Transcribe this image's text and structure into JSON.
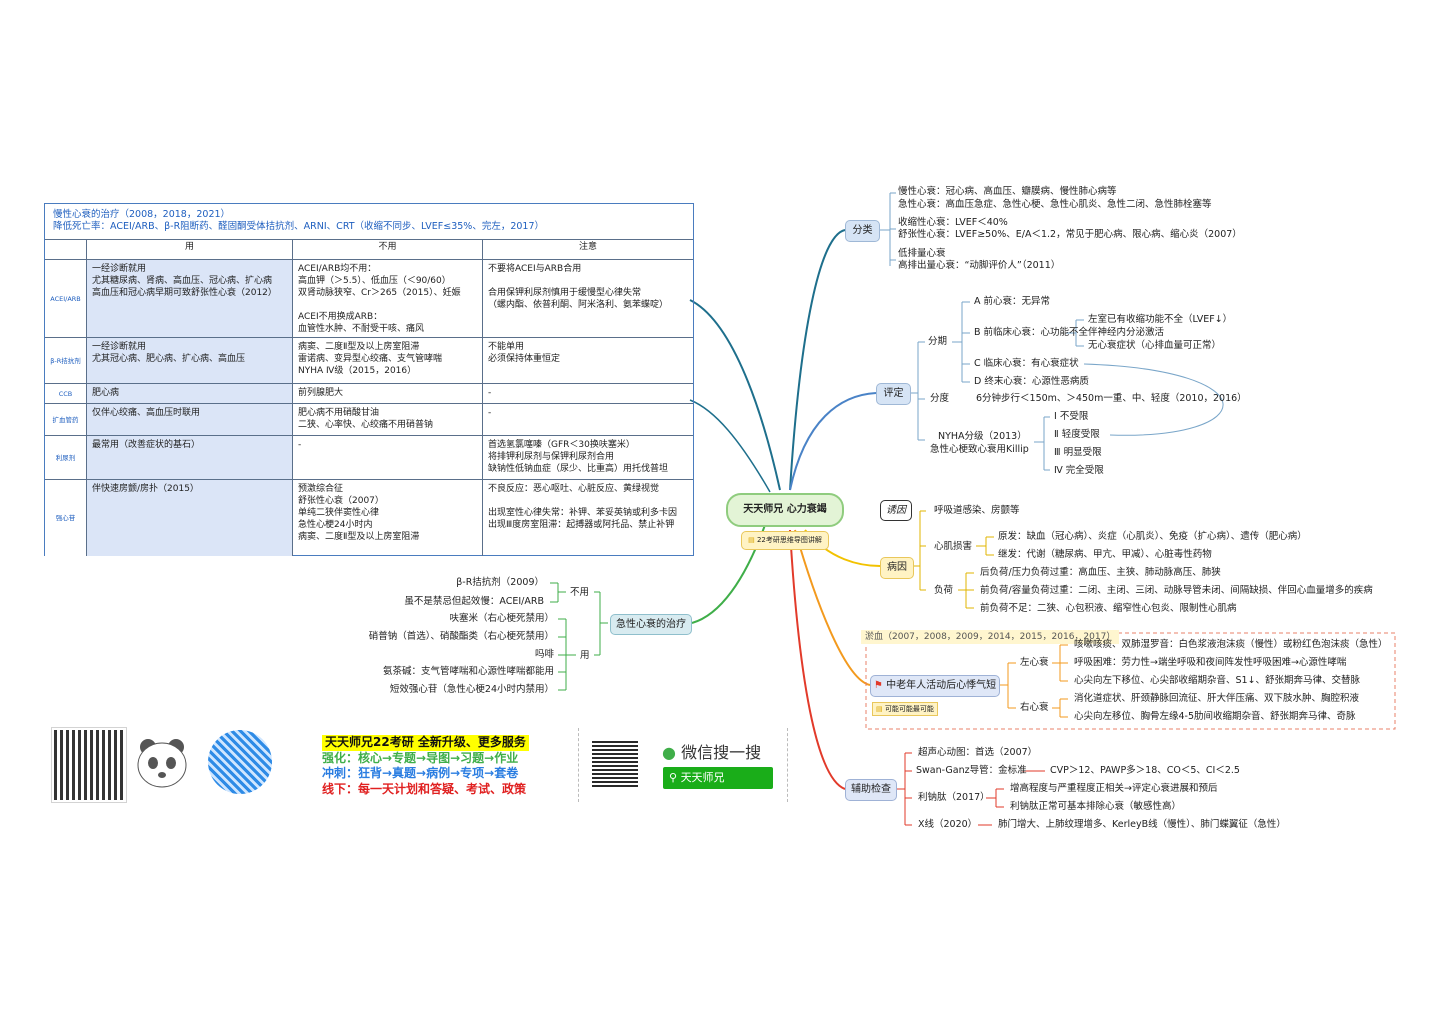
{
  "center": {
    "title": "天天师兄 心力衰竭",
    "sub": "22考研思维导图讲解"
  },
  "colors": {
    "teal": "#1e6f8c",
    "blue": "#4a83c7",
    "yellow": "#f2c200",
    "orange": "#f39a1e",
    "red": "#e23a2a",
    "green": "#3fae49"
  },
  "fenlei": {
    "label": "分类",
    "items": [
      "慢性心衰：冠心病、高血压、瓣膜病、慢性肺心病等",
      "急性心衰：高血压急症、急性心梗、急性心肌炎、急性二闭、急性肺栓塞等",
      "收缩性心衰：LVEF＜40%",
      "舒张性心衰：LVEF≥50%、E/A＜1.2，常见于肥心病、限心病、缩心炎（2007）",
      "低排量心衰",
      "高排出量心衰：“动脚评价人”（2011）"
    ]
  },
  "pingding": {
    "label": "评定",
    "fenqi": "分期",
    "stages": [
      "A 前心衰：无异常",
      "B 前临床心衰：心功能不全",
      "C 临床心衰：有心衰症状",
      "D 终末心衰：心源性恶病质"
    ],
    "b_sub": [
      "左室已有收缩功能不全（LVEF↓）",
      "伴神经内分泌激活",
      "无心衰症状（心排血量可正常）"
    ],
    "fendu": "分度",
    "walk": "6分钟步行＜150m、＞450m一重、中、轻度（2010，2016）",
    "nyha": [
      "NYHA分级（2013）",
      "急性心梗致心衰用Killip"
    ],
    "levels": [
      "Ⅰ 不受限",
      "Ⅱ 轻度受限",
      "Ⅲ 明显受限",
      "Ⅳ 完全受限"
    ]
  },
  "bingyin": {
    "label": "病因",
    "youyin": "诱因",
    "youyin_text": "呼吸道感染、房颤等",
    "xinji": "心肌损害",
    "yuanfa": "原发：缺血（冠心病）、炎症（心肌炎）、免疫（扩心病）、遗传（肥心病）",
    "jifa": "继发：代谢（糖尿病、甲亢、甲减）、心脏毒性药物",
    "fuhe": "负荷",
    "fuhe_items": [
      "后负荷/压力负荷过重：高血压、主狭、肺动脉高压、肺狭",
      "前负荷/容量负荷过重：二闭、主闭、三闭、动脉导管未闭、间隔缺损、伴回心血量增多的疾病",
      "前负荷不足：二狭、心包积液、缩窄性心包炎、限制性心肌病"
    ]
  },
  "zhengzhuang": {
    "tag": "淤血（2007，2008，2009，2014，2015，2016，2017）",
    "label": "中老年人活动后心悸气短",
    "sub": "可能可能最可能",
    "left": "左心衰",
    "left_items": [
      "咳嗽咳痰、双肺湿罗音：白色浆液泡沫痰（慢性）或粉红色泡沫痰（急性）",
      "呼吸困难：劳力性→端坐呼吸和夜间阵发性呼吸困难→心源性哮喘",
      "心尖向左下移位、心尖部收缩期杂音、S1↓、舒张期奔马律、交替脉"
    ],
    "right": "右心衰",
    "right_items": [
      "消化道症状、肝颈静脉回流征、肝大伴压痛、双下肢水肿、胸腔积液",
      "心尖向左移位、胸骨左缘4-5肋间收缩期杂音、舒张期奔马律、奇脉"
    ]
  },
  "fuzhu": {
    "label": "辅助检查",
    "echo": "超声心动图：首选（2007）",
    "swan": "Swan-Ganz导管：金标准",
    "swan_val": "CVP＞12、PAWP多＞18、CO＜5、CI＜2.5",
    "bnp": "利钠肽（2017）",
    "bnp_items": [
      "增高程度与严重程度正相关→评定心衰进展和预后",
      "利钠肽正常可基本排除心衰（敏感性高）"
    ],
    "xray": "X线（2020）",
    "xray_val": "肺门增大、上肺纹理增多、KerleyB线（慢性）、肺门蝶翼征（急性）"
  },
  "jixing": {
    "label": "急性心衰的治疗",
    "buyong": "不用",
    "buyong_items": [
      "β-R拮抗剂（2009）",
      "虽不是禁忌但起效慢：ACEI/ARB"
    ],
    "yong": "用",
    "yong_items": [
      "呋塞米（右心梗死禁用）",
      "硝普钠（首选）、硝酸酯类（右心梗死禁用）",
      "吗啡",
      "氨茶碱：支气管哮喘和心源性哮喘都能用",
      "短效强心苷（急性心梗24小时内禁用）"
    ]
  },
  "table": {
    "caption1": "慢性心衰的治疗（2008，2018，2021）",
    "caption2": "降低死亡率：ACEI/ARB、β-R阻断药、醛固酮受体拮抗剂、ARNI、CRT（收缩不同步、LVEF≤35%、完左，2017）",
    "headers": [
      "用",
      "不用",
      "注意"
    ],
    "rows": [
      {
        "label": "ACEI/ARB",
        "use": [
          "一经诊断就用",
          "尤其糖尿病、肾病、高血压、冠心病、扩心病",
          "高血压和冠心病早期可致舒张性心衰（2012）"
        ],
        "no": [
          "ACEI/ARB均不用：",
          "高血钾（＞5.5）、低血压（＜90/60）",
          "双肾动脉狭窄、Cr＞265（2015）、妊娠",
          "",
          "ACEI不用换成ARB：",
          "血管性水肿、不耐受干咳、痛风"
        ],
        "note": [
          "不要将ACEI与ARB合用",
          "",
          "合用保钾利尿剂慎用于缓慢型心律失常",
          "（螺内酯、依普利酮、阿米洛利、氨苯蝶啶）"
        ]
      },
      {
        "label": "β-R拮抗剂",
        "use": [
          "一经诊断就用",
          "尤其冠心病、肥心病、扩心病、高血压"
        ],
        "no": [
          "病窦、二度Ⅱ型及以上房室阻滞",
          "雷诺病、变异型心绞痛、支气管哮喘",
          "NYHA Ⅳ级（2015，2016）"
        ],
        "note": [
          "不能单用",
          "必须保持体重恒定"
        ]
      },
      {
        "label": "CCB",
        "use": [
          "肥心病"
        ],
        "no": [
          "前列腺肥大"
        ],
        "note": [
          "-"
        ]
      },
      {
        "label": "扩血管药",
        "use": [
          "仅伴心绞痛、高血压时联用"
        ],
        "no": [
          "肥心病不用硝酸甘油",
          "二狭、心率快、心绞痛不用硝普钠"
        ],
        "note": [
          "-"
        ]
      },
      {
        "label": "利尿剂",
        "use": [
          "最常用（改善症状的基石）"
        ],
        "no": [
          "-"
        ],
        "note": [
          "首选氢氯噻嗪（GFR＜30换呋塞米）",
          "将排钾利尿剂与保钾利尿剂合用",
          "缺钠性低钠血症（尿少、比重高）用托伐普坦"
        ]
      },
      {
        "label": "强心苷",
        "use": [
          "伴快速房颤/房扑（2015）"
        ],
        "no": [
          "预激综合征",
          "舒张性心衰（2007）",
          "单纯二狭伴窦性心律",
          "急性心梗24小时内",
          "病窦、二度Ⅱ型及以上房室阻滞"
        ],
        "note": [
          "不良反应：恶心呕吐、心脏反应、黄绿视觉",
          "",
          "出现室性心律失常：补钾、苯妥英钠或利多卡因",
          "出现Ⅲ度房室阻滞：起搏器或阿托品、禁止补钾"
        ]
      }
    ]
  },
  "ad": {
    "line1": "天天师兄22考研  全新升级、更多服务",
    "line2": "强化：核心→专题→导图→习题→作业",
    "line3": "冲刺：狂背→真题→病例→专项→套卷",
    "line4": "线下：每一天计划和答疑、考试、政策",
    "wechat_title": "微信搜一搜",
    "wechat_search": "天天师兄"
  }
}
